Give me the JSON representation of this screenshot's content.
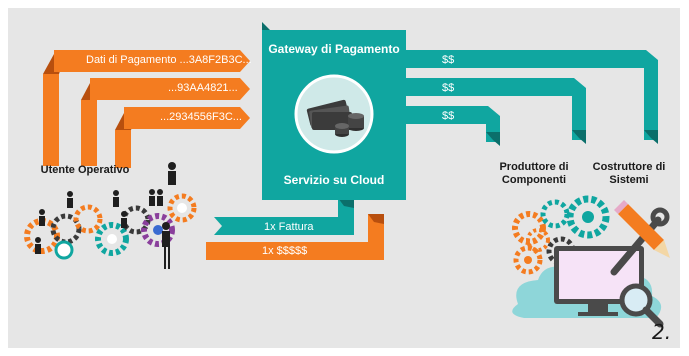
{
  "gateway": {
    "title": "Gateway di Pagamento",
    "subtitle": "Servizio su Cloud"
  },
  "payments": [
    {
      "label": "Dati di Pagamento ...3A8F2B3C..."
    },
    {
      "label": "...93AA4821..."
    },
    {
      "label": "...2934556F3C..."
    }
  ],
  "payouts": [
    {
      "label": "$$"
    },
    {
      "label": "$$"
    },
    {
      "label": "$$"
    }
  ],
  "invoice": {
    "label": "1x Fattura"
  },
  "cash": {
    "label": "1x $$$$$"
  },
  "actors": {
    "user": "Utente Operativo",
    "component_maker": "Produttore di Componenti",
    "system_builder": "Costruttore di Sistemi"
  },
  "figure_number": "2.",
  "colors": {
    "orange": "#f47c20",
    "orange_dark": "#b84f0e",
    "teal": "#10a6a0",
    "teal_dark": "#0b6f6b",
    "background": "#e6e6e6"
  }
}
